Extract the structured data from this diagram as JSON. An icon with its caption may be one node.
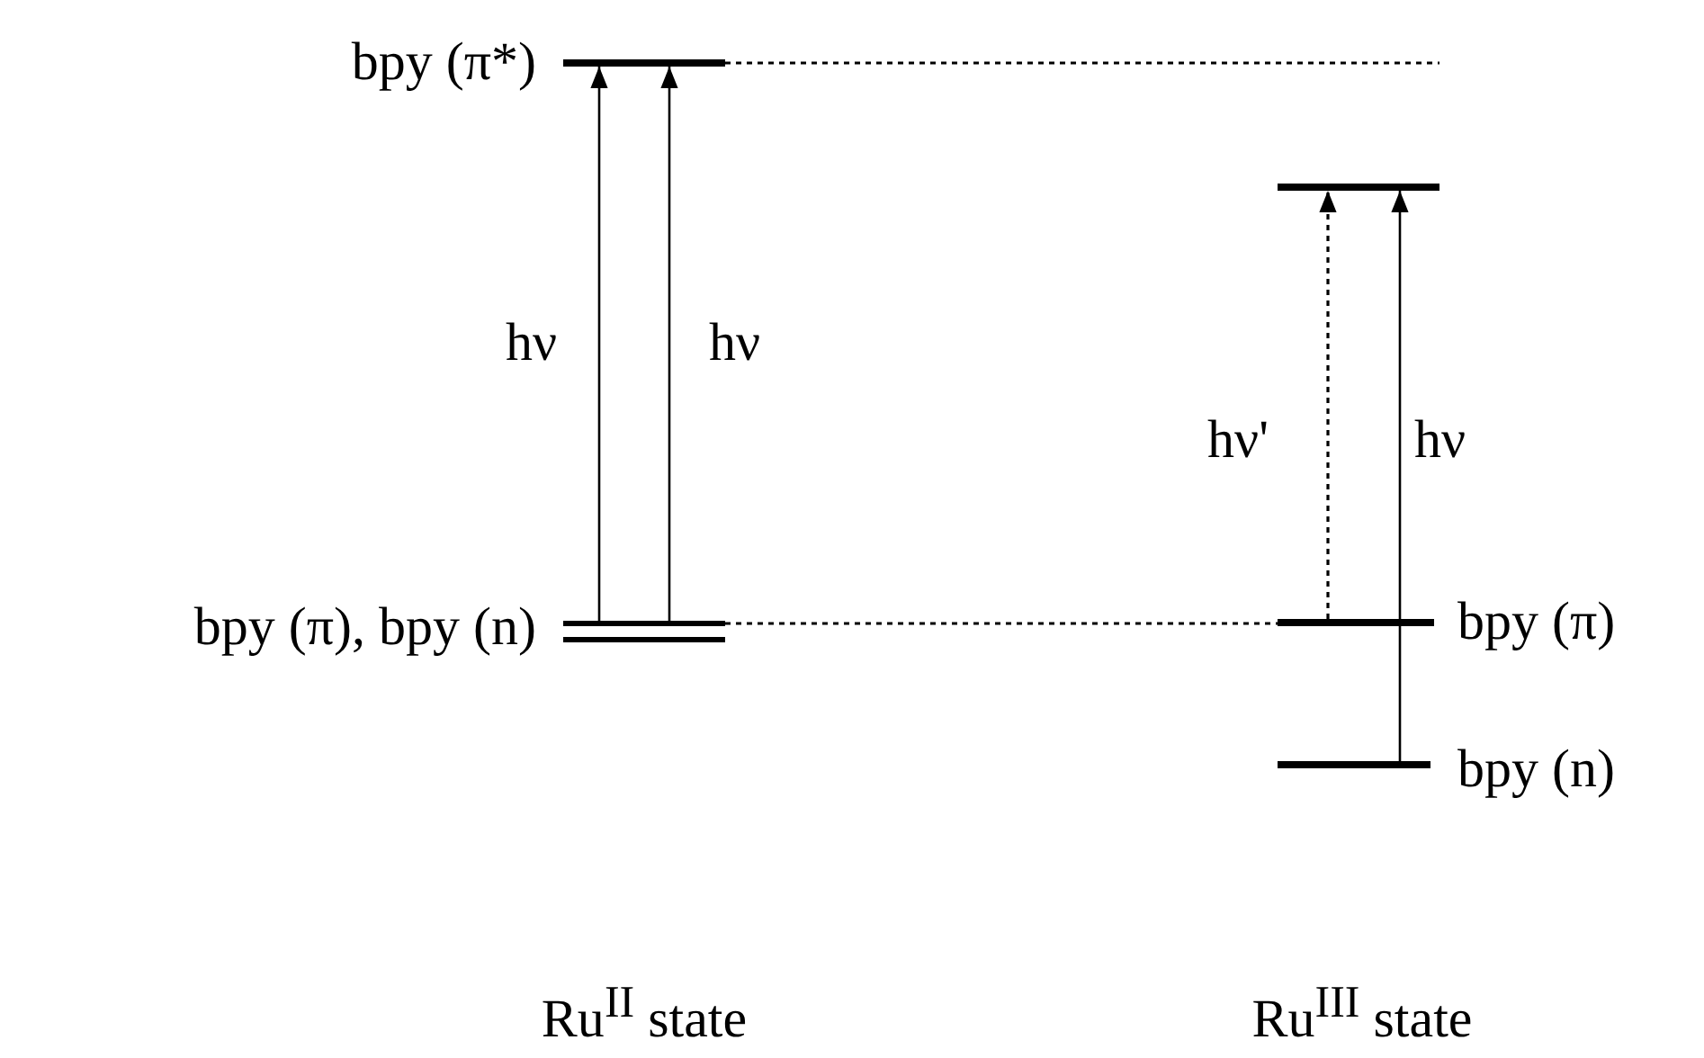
{
  "diagram": {
    "nodes": [
      {
        "text": [],
        "shape": "bar",
        "beside": [
          "bpy (π*)"
        ]
      },
      {
        "text": [],
        "shape": "bar",
        "beside": [
          "bpy (π), bpy (n)"
        ]
      },
      {
        "text": [],
        "shape": "bar"
      },
      {
        "text": [],
        "shape": "bar",
        "beside": [
          "bpy (π)"
        ]
      },
      {
        "text": [],
        "shape": "bar",
        "beside": [
          "bpy (n)"
        ]
      }
    ],
    "edges": [
      {
        "from": 1,
        "to": 0,
        "arrow": "to",
        "label": "hν"
      },
      {
        "from": 1,
        "to": 0,
        "arrow": "to",
        "label": "hν"
      },
      {
        "from": 0,
        "to": null,
        "arrow": "none",
        "style": "dashed"
      },
      {
        "from": 1,
        "to": 3,
        "arrow": "none",
        "style": "dashed"
      },
      {
        "from": 3,
        "to": 2,
        "arrow": "to",
        "style": "dashed",
        "label": "hν'"
      },
      {
        "from": 4,
        "to": 2,
        "arrow": "to",
        "label": "hν"
      }
    ],
    "labels": [
      "Ru$^{II}$ state",
      "Ru$^{III}$ state"
    ]
  }
}
